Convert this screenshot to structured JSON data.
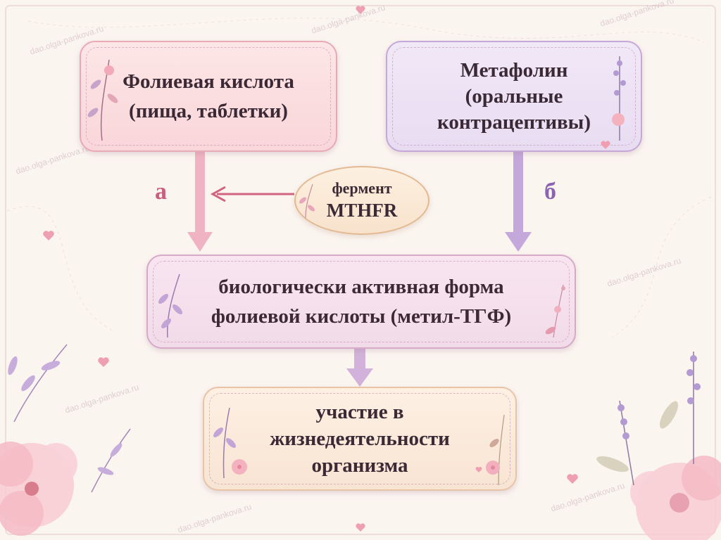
{
  "boxes": {
    "folic": {
      "line1": "Фолиевая кислота",
      "line2": "(пища, таблетки)"
    },
    "metafolin": {
      "line1": "Метафолин",
      "line2": "(оральные",
      "line3": "контрацептивы)"
    },
    "bio": {
      "line1": "биологически активная форма",
      "line2": "фолиевой кислоты (метил-ТГФ)"
    },
    "participation": {
      "line1": "участие в",
      "line2": "жизнедеятельности",
      "line3": "организма"
    }
  },
  "enzyme": {
    "line1": "фермент",
    "line2": "MTHFR"
  },
  "labels": {
    "a": "а",
    "b": "б"
  },
  "watermark": "dao.olga-pankova.ru",
  "colors": {
    "background": "#fbf5f0",
    "pink_arrow": "#e8a0b4",
    "purple_arrow": "#b89bd3",
    "label_a": "#c95f7c",
    "label_b": "#8a64b0"
  },
  "decorations": [
    "flower-icon",
    "lavender-sprig-icon",
    "heart-icon",
    "leaf-branch-icon"
  ]
}
